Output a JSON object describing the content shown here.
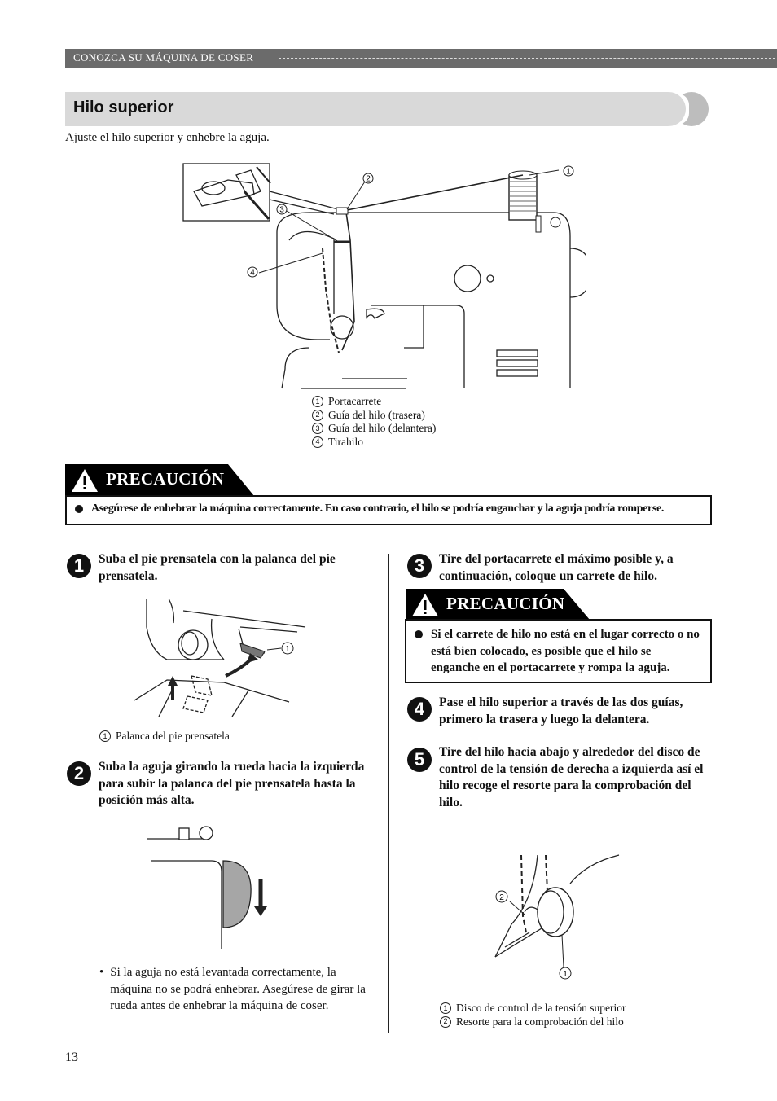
{
  "header": {
    "section": "CONOZCA SU MÁQUINA DE COSER"
  },
  "title": "Hilo superior",
  "intro": "Ajuste el hilo superior y enhebre la aguja.",
  "main_figure": {
    "callouts": [
      "1",
      "2",
      "3",
      "4"
    ],
    "legend": [
      {
        "num": "1",
        "text": "Portacarrete"
      },
      {
        "num": "2",
        "text": "Guía del hilo (trasera)"
      },
      {
        "num": "3",
        "text": "Guía del hilo (delantera)"
      },
      {
        "num": "4",
        "text": "Tirahilo"
      }
    ]
  },
  "caution_main": {
    "label": "PRECAUCIÓN",
    "text": "Asegúrese de enhebrar la máquina correctamente. En caso contrario, el hilo se podría enganchar y la aguja podría romperse."
  },
  "steps": {
    "s1": {
      "num": "1",
      "text": "Suba el pie prensatela con la palanca del pie prensatela.",
      "legend": [
        {
          "num": "1",
          "text": "Palanca del pie prensatela"
        }
      ]
    },
    "s2": {
      "num": "2",
      "text": "Suba la aguja girando la rueda hacia la izquierda para subir la palanca del pie prensatela hasta la posición más alta.",
      "note": "Si la aguja no está levantada correctamente, la máquina no se podrá enhebrar. Asegúrese de girar la rueda antes de enhebrar la máquina de coser."
    },
    "s3": {
      "num": "3",
      "text": "Tire del portacarrete el máximo posible y, a continuación, coloque un carrete de hilo."
    },
    "s4": {
      "num": "4",
      "text": "Pase el hilo superior a través de las dos guías, primero la trasera y luego la delantera."
    },
    "s5": {
      "num": "5",
      "text": "Tire del hilo hacia abajo y alrededor del disco de control de la tensión de derecha a izquierda así el hilo recoge el resorte para la comprobación del hilo.",
      "legend": [
        {
          "num": "1",
          "text": "Disco de control de la tensión superior"
        },
        {
          "num": "2",
          "text": "Resorte para la comprobación del hilo"
        }
      ]
    }
  },
  "caution_spool": {
    "label": "PRECAUCIÓN",
    "text": "Si el carrete de hilo no está en el lugar correcto o no está bien colocado, es posible que el hilo se enganche en el portacarrete y rompa la aguja."
  },
  "page_number": "13"
}
